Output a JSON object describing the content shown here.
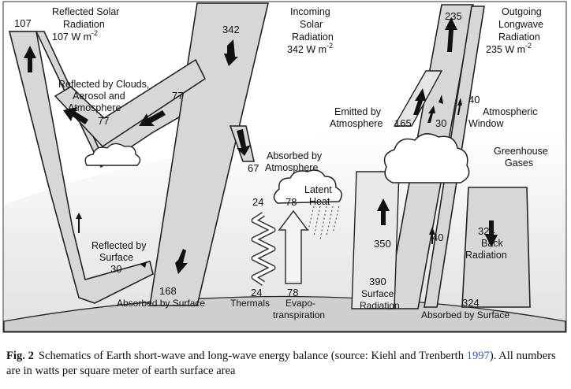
{
  "labels": {
    "reflected_solar": [
      "Reflected Solar",
      "Radiation",
      "107 W m"
    ],
    "incoming_solar": [
      "Incoming",
      "Solar",
      "Radiation",
      "342 W m"
    ],
    "outgoing_longwave": [
      "Outgoing",
      "Longwave",
      "Radiation",
      "235 W m"
    ],
    "exp": "-2",
    "reflected_clouds": [
      "Reflected by Clouds,",
      "Aerosol and",
      "Atmosphere"
    ],
    "emitted_atmosphere": [
      "Emitted by",
      "Atmosphere"
    ],
    "atmospheric_window": [
      "Atmospheric",
      "Window"
    ],
    "greenhouse": [
      "Greenhouse",
      "Gases"
    ],
    "absorbed_atmosphere": [
      "Absorbed by",
      "Atmosphere"
    ],
    "latent_heat": [
      "Latent",
      "Heat"
    ],
    "reflected_surface": [
      "Reflected by",
      "Surface"
    ],
    "absorbed_surface_left": "Absorbed by Surface",
    "absorbed_surface_right": "Absorbed by Surface",
    "thermals": "Thermals",
    "evapo": [
      "Evapo-",
      "transpiration"
    ],
    "surface_radiation": [
      "Surface",
      "Radiation"
    ],
    "back_radiation": [
      "Back",
      "Radiation"
    ]
  },
  "values": {
    "v107": "107",
    "v342": "342",
    "v235": "235",
    "v77a": "77",
    "v77b": "77",
    "v165": "165",
    "v30a": "30",
    "v40a": "40",
    "v67": "67",
    "v24a": "24",
    "v78a": "78",
    "v30b": "30",
    "v168": "168",
    "v24b": "24",
    "v78b": "78",
    "v350": "350",
    "v40b": "40",
    "v324a": "324",
    "v390": "390",
    "v324b": "324"
  },
  "caption": {
    "fig_label": "Fig. 2",
    "text_before_ref": "Schematics of Earth short-wave and long-wave energy balance (source: Kiehl and Trenberth ",
    "ref_year": "1997",
    "text_after_ref": "). All numbers are in watts per square meter of earth surface area"
  },
  "colors": {
    "band": "#d7d7d7",
    "atmosphere": "#e3e3e3",
    "ground": "#cfcfcf",
    "reference_link": "#2a63b5"
  }
}
